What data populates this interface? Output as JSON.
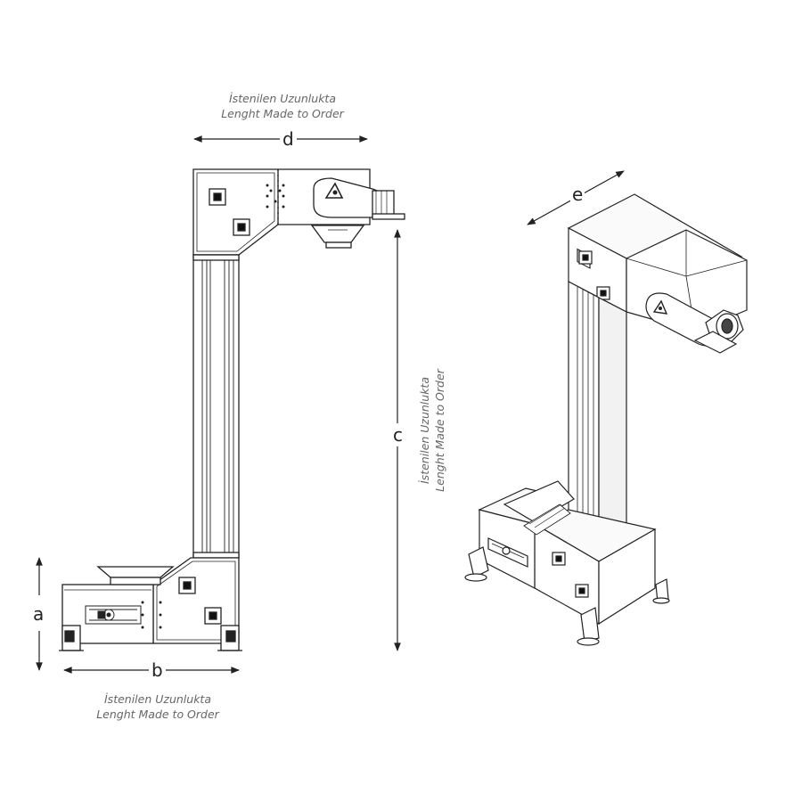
{
  "dimensions": {
    "a": "a",
    "b": "b",
    "c": "c",
    "d": "d",
    "e": "e"
  },
  "notes": {
    "top": {
      "line1": "İstenilen Uzunlukta",
      "line2": "Lenght Made to Order"
    },
    "bottom": {
      "line1": "İstenilen Uzunlukta",
      "line2": "Lenght Made to Order"
    },
    "vertical": {
      "line1": "İstenilen Uzunlukta",
      "line2": "Lenght Made to Order"
    }
  }
}
